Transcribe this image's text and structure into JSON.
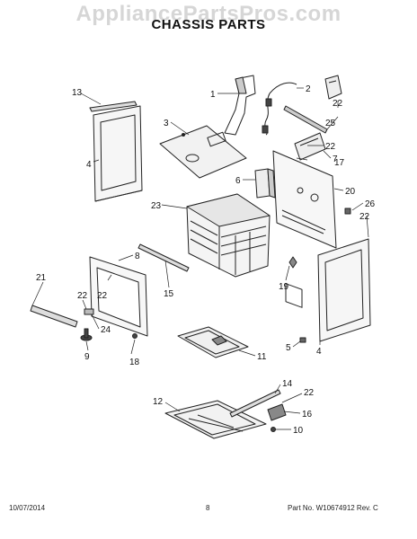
{
  "header": {
    "watermark": "AppliancePartsPros.com",
    "title": "CHASSIS PARTS"
  },
  "footer": {
    "date": "10/07/2014",
    "page": "8",
    "part_info": "Part No. W10674912  Rev. C"
  },
  "callouts": [
    {
      "id": "c1",
      "label": "1"
    },
    {
      "id": "c2",
      "label": "2"
    },
    {
      "id": "c3",
      "label": "3"
    },
    {
      "id": "c4a",
      "label": "4"
    },
    {
      "id": "c4b",
      "label": "4"
    },
    {
      "id": "c5",
      "label": "5"
    },
    {
      "id": "c6",
      "label": "6"
    },
    {
      "id": "c7",
      "label": "7"
    },
    {
      "id": "c8",
      "label": "8"
    },
    {
      "id": "c9",
      "label": "9"
    },
    {
      "id": "c10",
      "label": "10"
    },
    {
      "id": "c11",
      "label": "11"
    },
    {
      "id": "c12",
      "label": "12"
    },
    {
      "id": "c13",
      "label": "13"
    },
    {
      "id": "c14",
      "label": "14"
    },
    {
      "id": "c15",
      "label": "15"
    },
    {
      "id": "c16",
      "label": "16"
    },
    {
      "id": "c17",
      "label": "17"
    },
    {
      "id": "c18",
      "label": "18"
    },
    {
      "id": "c19",
      "label": "19"
    },
    {
      "id": "c20",
      "label": "20"
    },
    {
      "id": "c21",
      "label": "21"
    },
    {
      "id": "c22a",
      "label": "22"
    },
    {
      "id": "c22b",
      "label": "22"
    },
    {
      "id": "c22c",
      "label": "22"
    },
    {
      "id": "c22d",
      "label": "22"
    },
    {
      "id": "c22e",
      "label": "22"
    },
    {
      "id": "c22f",
      "label": "22"
    },
    {
      "id": "c23",
      "label": "23"
    },
    {
      "id": "c24",
      "label": "24"
    },
    {
      "id": "c25",
      "label": "25"
    },
    {
      "id": "c26",
      "label": "26"
    }
  ]
}
